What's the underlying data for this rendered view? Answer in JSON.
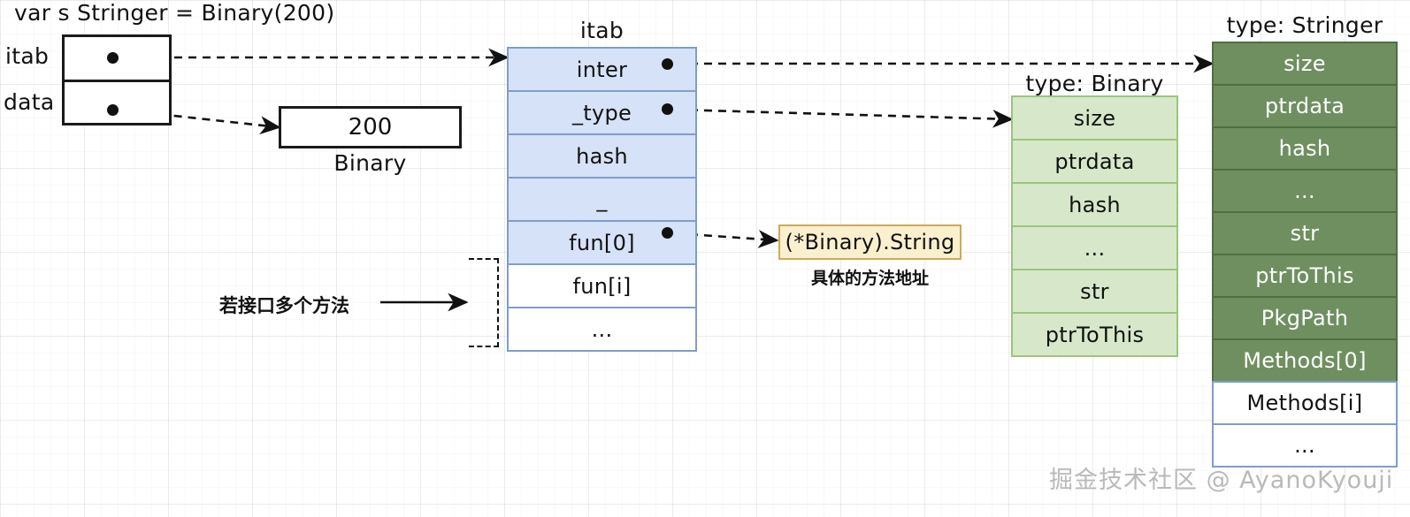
{
  "code_line": "var s Stringer = Binary(200)",
  "iface": {
    "labels": {
      "itab": "itab",
      "data": "data"
    }
  },
  "value_box": {
    "value": "200",
    "caption": "Binary"
  },
  "itab": {
    "caption": "itab",
    "rows": [
      {
        "label": "inter",
        "filled": true,
        "has_pointer": true
      },
      {
        "label": "_type",
        "filled": true,
        "has_pointer": true
      },
      {
        "label": "hash",
        "filled": true,
        "has_pointer": false
      },
      {
        "label": "_",
        "filled": true,
        "has_pointer": false
      },
      {
        "label": "fun[0]",
        "filled": true,
        "has_pointer": true
      },
      {
        "label": "fun[i]",
        "filled": false,
        "has_pointer": false
      },
      {
        "label": "...",
        "filled": false,
        "has_pointer": false
      }
    ]
  },
  "binary_type": {
    "caption": "type: Binary",
    "rows": [
      "size",
      "ptrdata",
      "hash",
      "...",
      "str",
      "ptrToThis"
    ]
  },
  "stringer_type": {
    "caption": "type: Stringer",
    "rows": [
      {
        "label": "size",
        "filled": true
      },
      {
        "label": "ptrdata",
        "filled": true
      },
      {
        "label": "hash",
        "filled": true
      },
      {
        "label": "...",
        "filled": true
      },
      {
        "label": "str",
        "filled": true
      },
      {
        "label": "ptrToThis",
        "filled": true
      },
      {
        "label": "PkgPath",
        "filled": true
      },
      {
        "label": "Methods[0]",
        "filled": true
      },
      {
        "label": "Methods[i]",
        "filled": false
      },
      {
        "label": "...",
        "filled": false
      }
    ]
  },
  "method_callout": {
    "label": "(*Binary).String",
    "caption": "具体的方法地址"
  },
  "annotation": {
    "multi_method_note": "若接口多个方法"
  },
  "watermark": "掘金技术社区 @ AyanoKyouji",
  "colors": {
    "itab_fill": "#d6e2f8",
    "itab_border": "#7e9ec9",
    "binary_fill": "#d6e8c9",
    "binary_border": "#9cc47d",
    "stringer_fill": "#6f8f60",
    "stringer_border": "#4f6f40",
    "callout_fill": "#fbf0cd",
    "callout_border": "#c9ab5a",
    "line": "#111111",
    "watermark": "#b9b9b9"
  }
}
